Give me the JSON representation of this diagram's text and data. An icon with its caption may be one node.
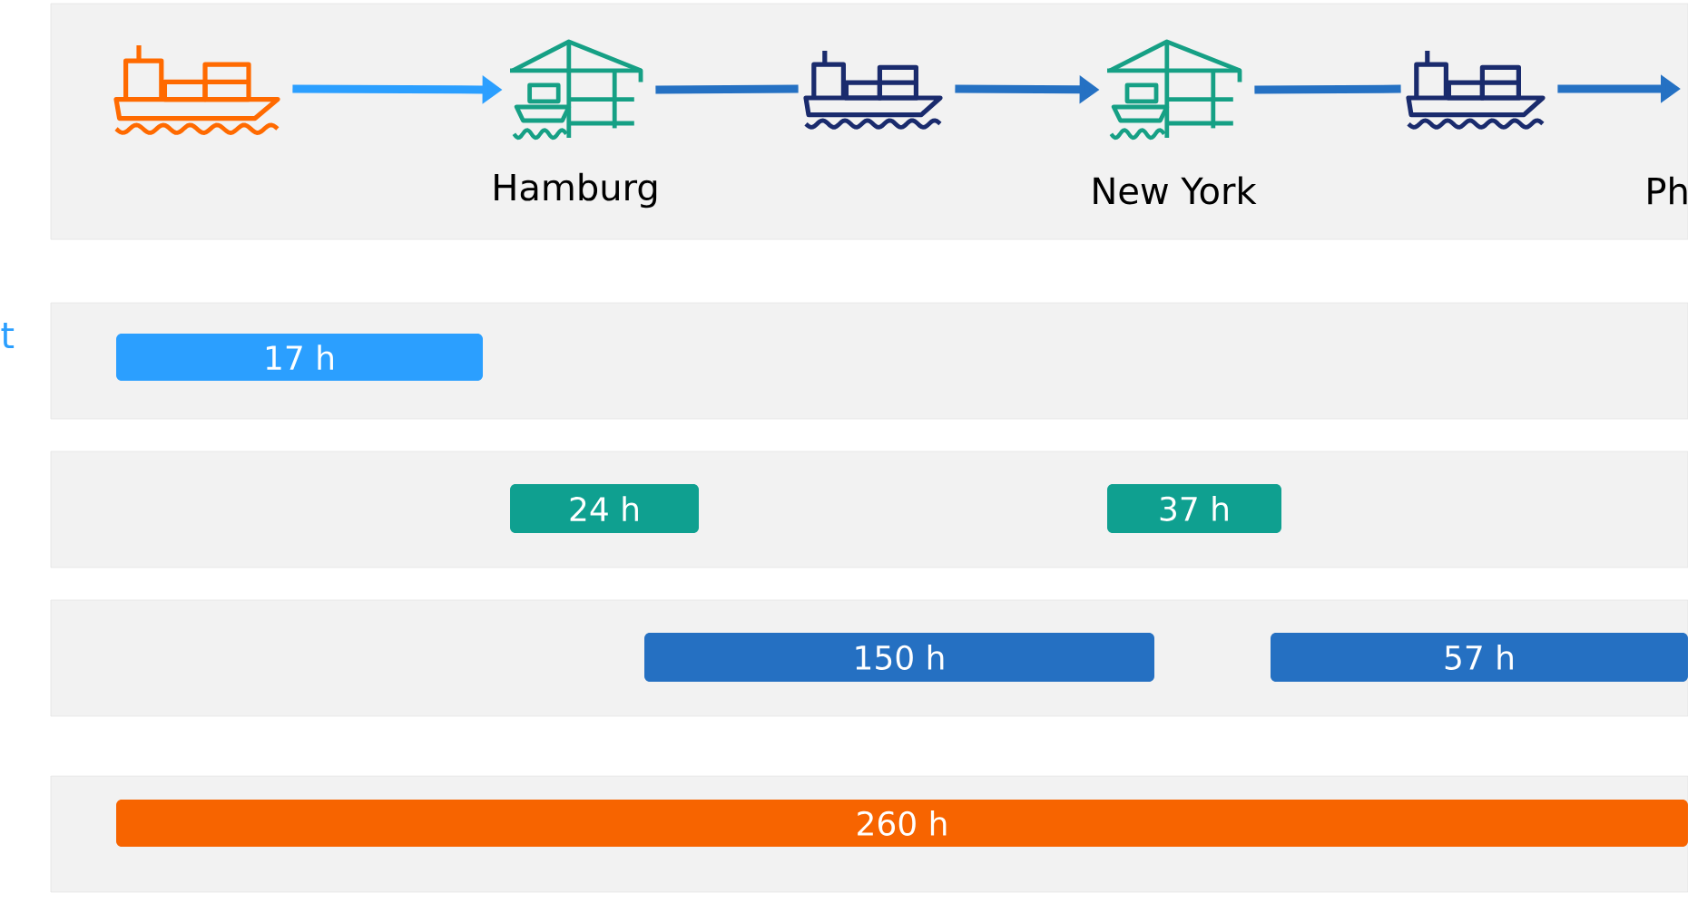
{
  "diagram": {
    "nodes": [
      {
        "text": [],
        "shape": "box"
      },
      {
        "text": [],
        "shape": "picture",
        "in": 0
      },
      {
        "text": [],
        "shape": "picture",
        "in": 0,
        "beside": [
          "Hamburg"
        ]
      },
      {
        "text": [],
        "shape": "picture",
        "in": 0
      },
      {
        "text": [],
        "shape": "picture",
        "in": 0,
        "beside": [
          "New York"
        ]
      },
      {
        "text": [],
        "shape": "picture",
        "in": 0
      },
      {
        "text": [],
        "shape": "box"
      },
      {
        "text": [
          "17 h"
        ],
        "in": 6
      },
      {
        "text": [],
        "shape": "box"
      },
      {
        "text": [
          "24 h"
        ],
        "in": 8
      },
      {
        "text": [
          "37 h"
        ],
        "in": 8
      },
      {
        "text": [],
        "shape": "box"
      },
      {
        "text": [
          "150 h"
        ],
        "in": 11
      },
      {
        "text": [
          "57 h"
        ],
        "in": 11
      },
      {
        "text": [],
        "shape": "box"
      },
      {
        "text": [
          "260 h"
        ],
        "in": 14
      }
    ],
    "edges": [
      {
        "from": 1,
        "to": 2,
        "arrow": "to",
        "color": "#2b9fff"
      },
      {
        "from": 2,
        "to": 3,
        "arrow": "none"
      },
      {
        "from": 3,
        "to": 4,
        "arrow": "to"
      },
      {
        "from": 4,
        "to": 5,
        "arrow": "none"
      },
      {
        "from": 5,
        "to": null,
        "arrow": "to"
      }
    ],
    "labels": [
      "Ph",
      "t"
    ]
  }
}
